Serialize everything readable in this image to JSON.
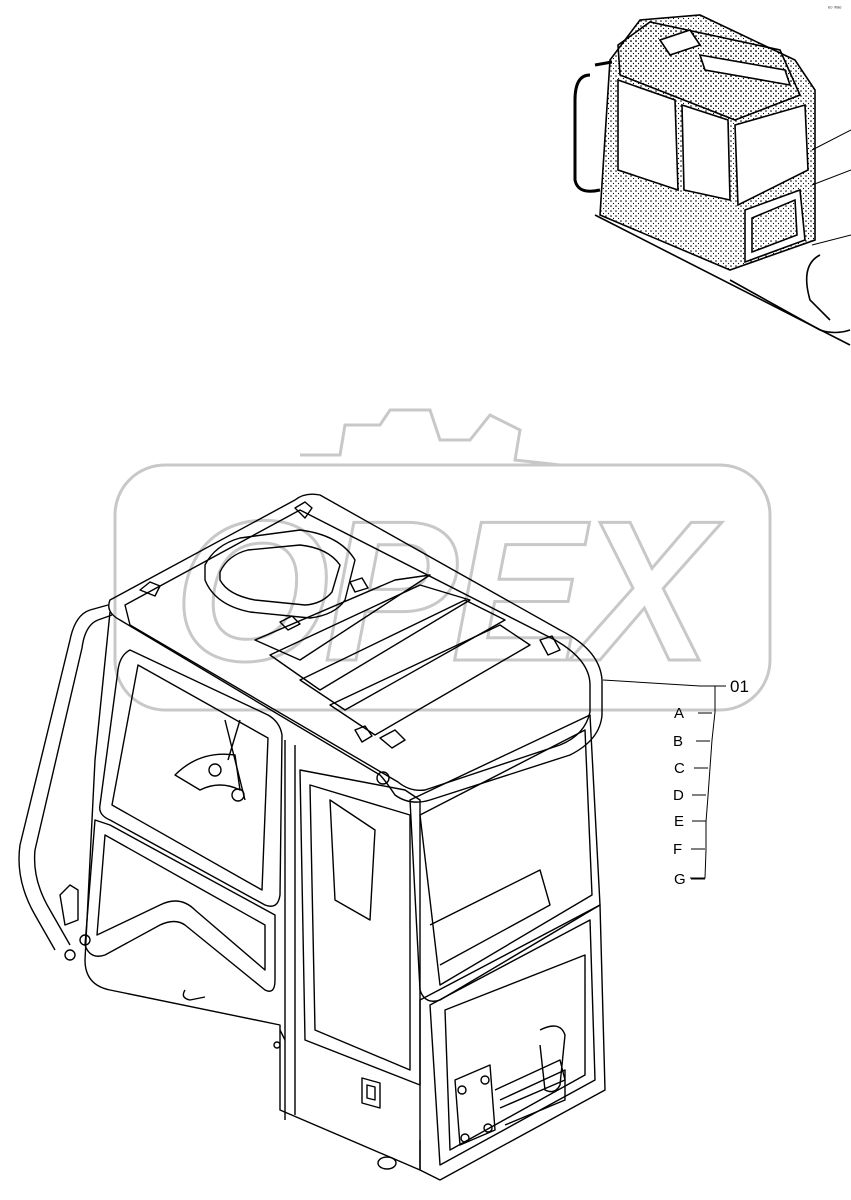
{
  "diagram": {
    "watermark_text": "OPEX",
    "part_number": "01",
    "sub_labels": [
      "A",
      "B",
      "C",
      "D",
      "E",
      "F",
      "G"
    ],
    "corner_mark": "ᵉᵒ ʷᵃᵉ"
  }
}
